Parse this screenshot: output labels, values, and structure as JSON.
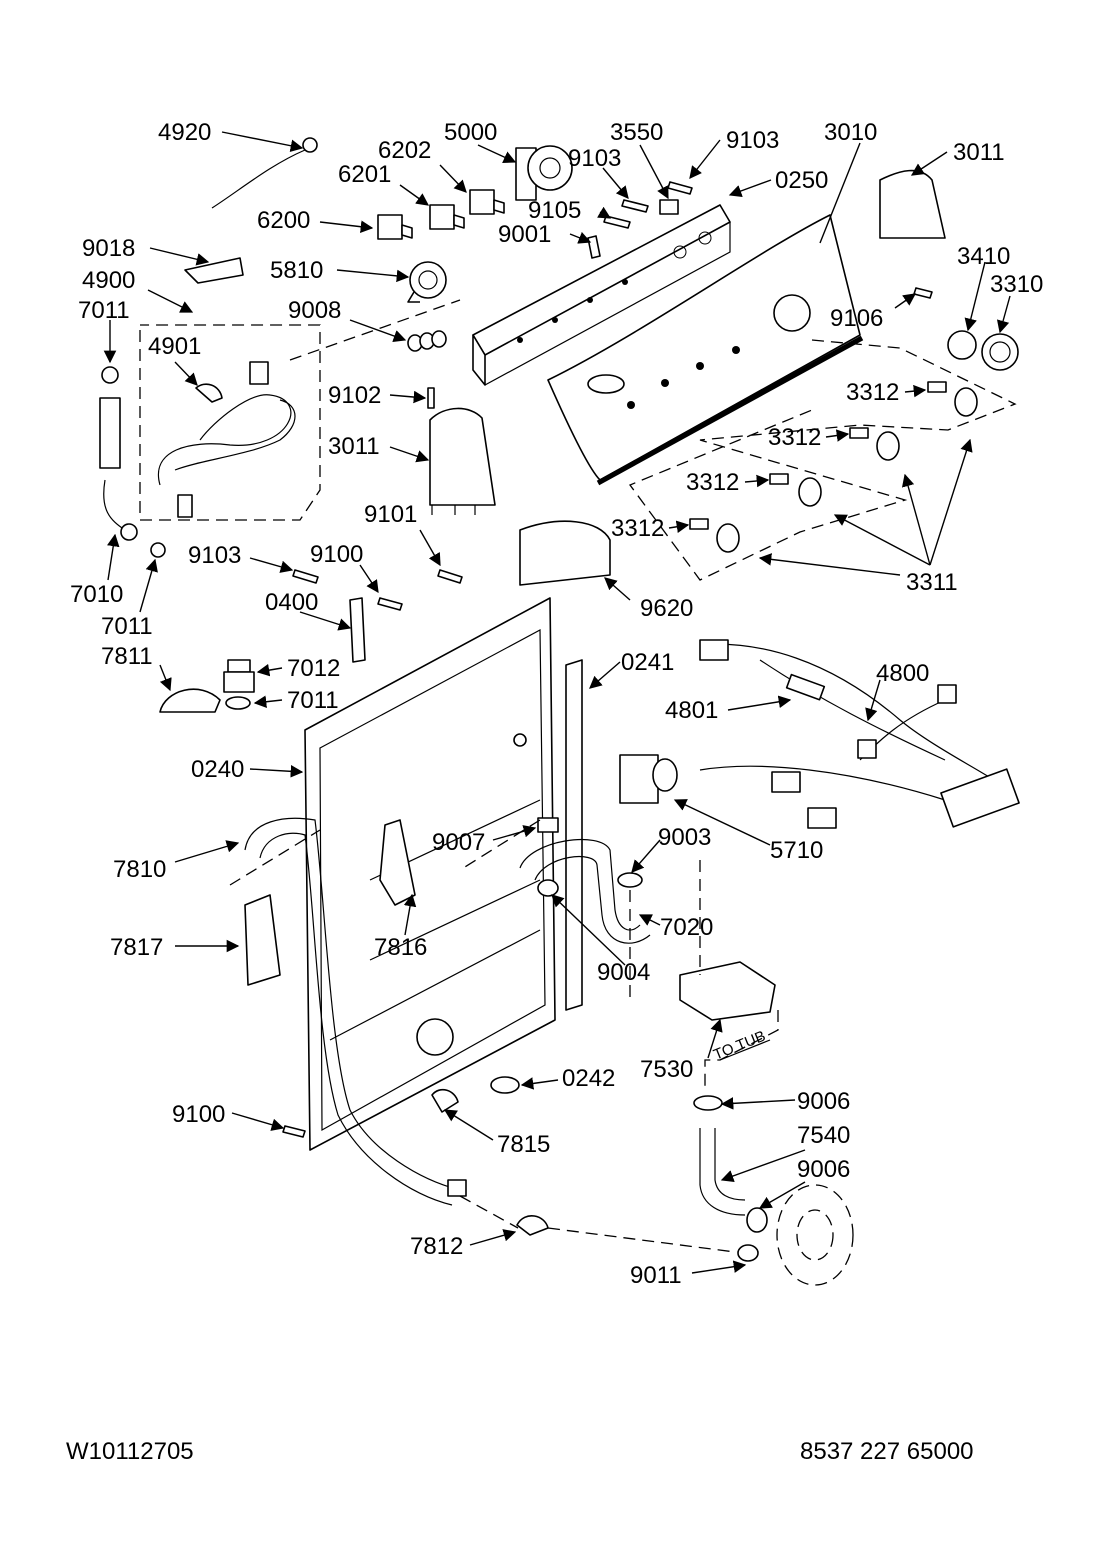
{
  "diagram": {
    "callouts": [
      {
        "id": "4920",
        "text": "4920"
      },
      {
        "id": "5000",
        "text": "5000"
      },
      {
        "id": "3550",
        "text": "3550"
      },
      {
        "id": "9103a",
        "text": "9103"
      },
      {
        "id": "3010",
        "text": "3010"
      },
      {
        "id": "3011a",
        "text": "3011"
      },
      {
        "id": "6202",
        "text": "6202"
      },
      {
        "id": "9103b",
        "text": "9103"
      },
      {
        "id": "6201",
        "text": "6201"
      },
      {
        "id": "0250",
        "text": "0250"
      },
      {
        "id": "9105",
        "text": "9105"
      },
      {
        "id": "6200",
        "text": "6200"
      },
      {
        "id": "9001",
        "text": "9001"
      },
      {
        "id": "9018",
        "text": "9018"
      },
      {
        "id": "3410",
        "text": "3410"
      },
      {
        "id": "5810",
        "text": "5810"
      },
      {
        "id": "3310",
        "text": "3310"
      },
      {
        "id": "4900",
        "text": "4900"
      },
      {
        "id": "7011a",
        "text": "7011"
      },
      {
        "id": "9008",
        "text": "9008"
      },
      {
        "id": "9106",
        "text": "9106"
      },
      {
        "id": "4901",
        "text": "4901"
      },
      {
        "id": "9102",
        "text": "9102"
      },
      {
        "id": "3312a",
        "text": "3312"
      },
      {
        "id": "3312b",
        "text": "3312"
      },
      {
        "id": "3011b",
        "text": "3011"
      },
      {
        "id": "3312c",
        "text": "3312"
      },
      {
        "id": "9101",
        "text": "9101"
      },
      {
        "id": "3312d",
        "text": "3312"
      },
      {
        "id": "9103c",
        "text": "9103"
      },
      {
        "id": "9100a",
        "text": "9100"
      },
      {
        "id": "3311",
        "text": "3311"
      },
      {
        "id": "7010",
        "text": "7010"
      },
      {
        "id": "0400",
        "text": "0400"
      },
      {
        "id": "9620",
        "text": "9620"
      },
      {
        "id": "7011b",
        "text": "7011"
      },
      {
        "id": "7811",
        "text": "7811"
      },
      {
        "id": "7012",
        "text": "7012"
      },
      {
        "id": "0241",
        "text": "0241"
      },
      {
        "id": "4800",
        "text": "4800"
      },
      {
        "id": "7011c",
        "text": "7011"
      },
      {
        "id": "4801",
        "text": "4801"
      },
      {
        "id": "0240",
        "text": "0240"
      },
      {
        "id": "9007",
        "text": "9007"
      },
      {
        "id": "9003",
        "text": "9003"
      },
      {
        "id": "5710",
        "text": "5710"
      },
      {
        "id": "7810",
        "text": "7810"
      },
      {
        "id": "7020",
        "text": "7020"
      },
      {
        "id": "7817",
        "text": "7817"
      },
      {
        "id": "7816",
        "text": "7816"
      },
      {
        "id": "9004",
        "text": "9004"
      },
      {
        "id": "7530",
        "text": "7530"
      },
      {
        "id": "0242",
        "text": "0242"
      },
      {
        "id": "9006a",
        "text": "9006"
      },
      {
        "id": "9100b",
        "text": "9100"
      },
      {
        "id": "7540",
        "text": "7540"
      },
      {
        "id": "7815",
        "text": "7815"
      },
      {
        "id": "9006b",
        "text": "9006"
      },
      {
        "id": "7812",
        "text": "7812"
      },
      {
        "id": "9011",
        "text": "9011"
      }
    ],
    "to_tub_label": "TO TUB"
  },
  "footer": {
    "left_code": "W10112705",
    "right_code": "8537 227 65000"
  }
}
